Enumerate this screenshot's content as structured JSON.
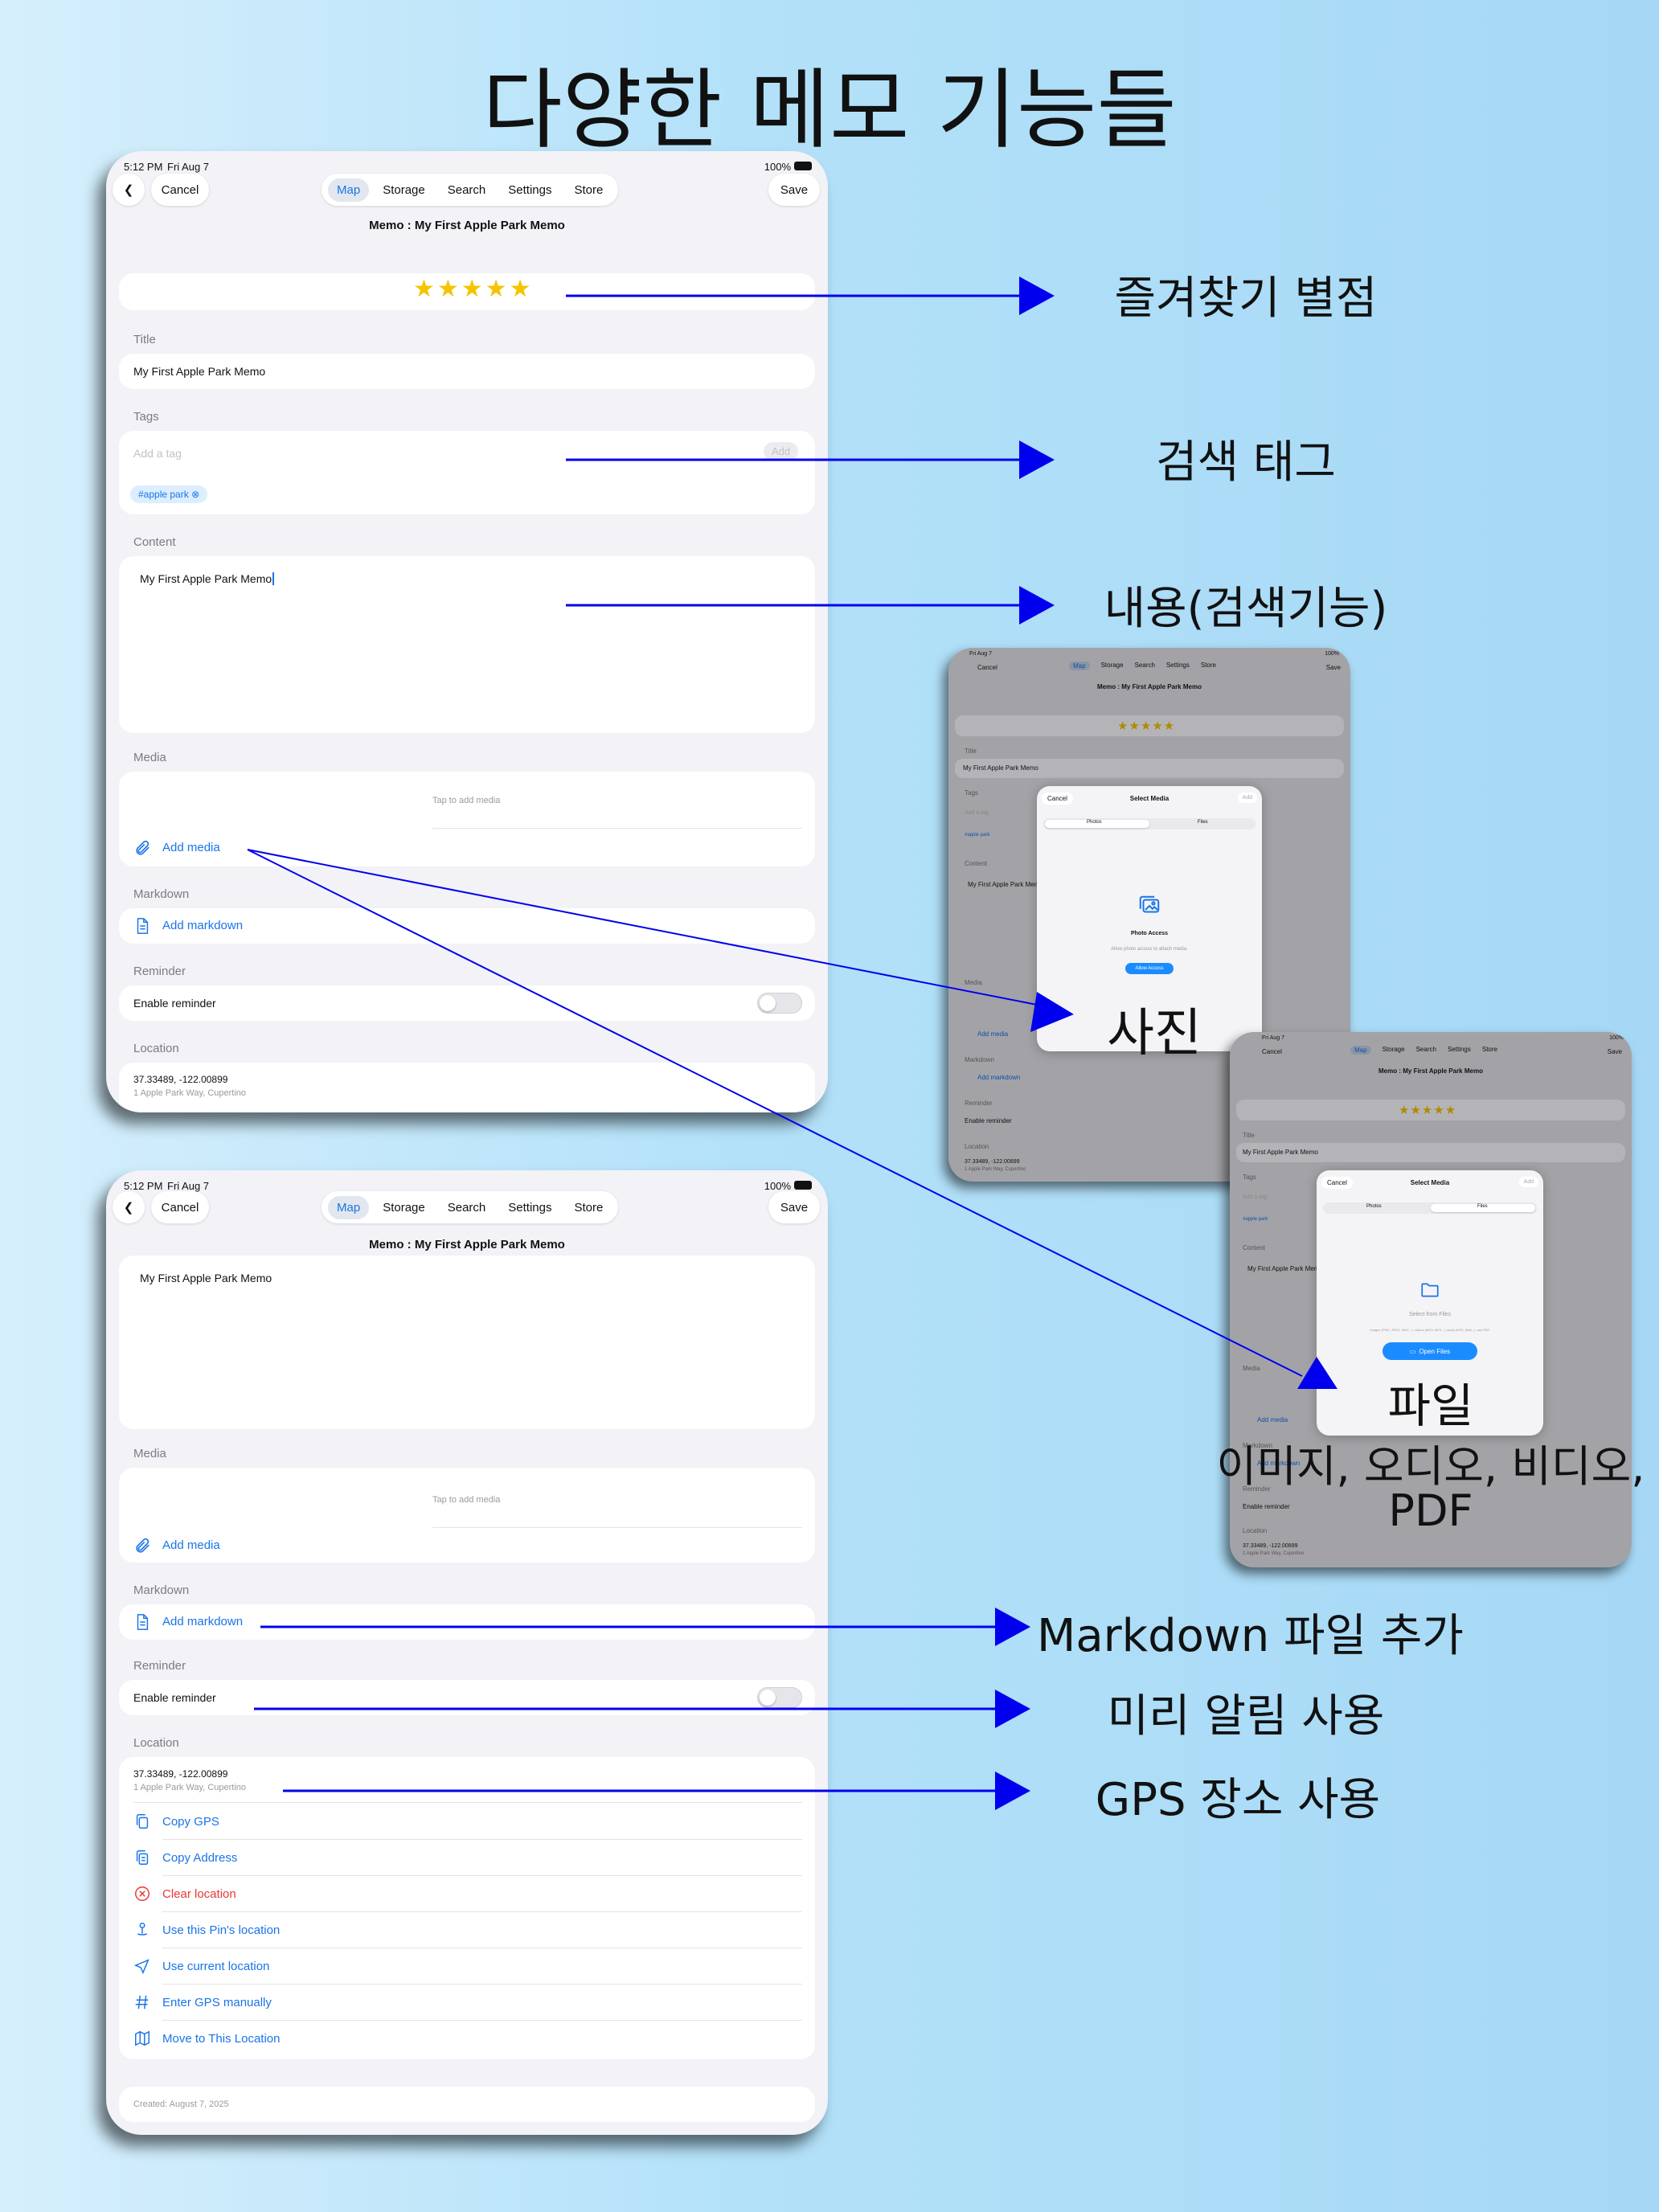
{
  "page_title": "다양한 메모 기능들",
  "callouts": {
    "favorites": "즐겨찾기 별점",
    "tags": "검색 태그",
    "content": "내용(검색기능)",
    "photo": "사진",
    "file": "파일",
    "file_types": "이미지, 오디오, 비디오,",
    "file_pdf": "PDF",
    "markdown": "Markdown 파일 추가",
    "reminder": "미리 알림 사용",
    "gps": "GPS 장소 사용"
  },
  "status": {
    "time": "5:12 PM",
    "date": "Fri Aug 7",
    "battery": "100%"
  },
  "nav": {
    "cancel": "Cancel",
    "save": "Save",
    "tabs": [
      "Map",
      "Storage",
      "Search",
      "Settings",
      "Store"
    ]
  },
  "memo": {
    "heading": "Memo : My First Apple Park Memo",
    "stars": "★★★★★",
    "rating": 5,
    "title_label": "Title",
    "title_value": "My First Apple Park Memo",
    "tags_label": "Tags",
    "tag_placeholder": "Add a tag",
    "tag_add": "Add",
    "tag_chip": "#apple park",
    "content_label": "Content",
    "content_value": "My First Apple Park Memo",
    "media_label": "Media",
    "media_hint": "Tap to add media",
    "add_media": "Add media",
    "markdown_label": "Markdown",
    "add_markdown": "Add markdown",
    "reminder_label": "Reminder",
    "enable_reminder": "Enable reminder",
    "location_label": "Location",
    "coords": "37.33489, -122.00899",
    "address": "1 Apple Park Way, Cupertino",
    "location_actions": {
      "copy_gps": "Copy GPS",
      "copy_address": "Copy Address",
      "clear": "Clear location",
      "pin": "Use this Pin's location",
      "current": "Use current location",
      "manual": "Enter GPS manually",
      "move": "Move to This Location"
    },
    "created": "Created: August 7, 2025"
  },
  "select_media": {
    "cancel": "Cancel",
    "title": "Select Media",
    "add": "Add",
    "seg_photos": "Photos",
    "seg_files": "Files",
    "photo_access": "Photo Access",
    "photo_desc": "Allow photo access to attach media.",
    "allow_access": "Allow Access",
    "files_title": "Select from Files",
    "files_desc": "Images (PNG, JPEG, HEIC...), videos (MOV, MP4...), audio (MP3, M4A...), and PDF",
    "open_files": "Open Files"
  },
  "colors": {
    "accent": "#1a74e8",
    "star": "#f5c400",
    "arrow": "#0000ee",
    "danger": "#e53935"
  }
}
